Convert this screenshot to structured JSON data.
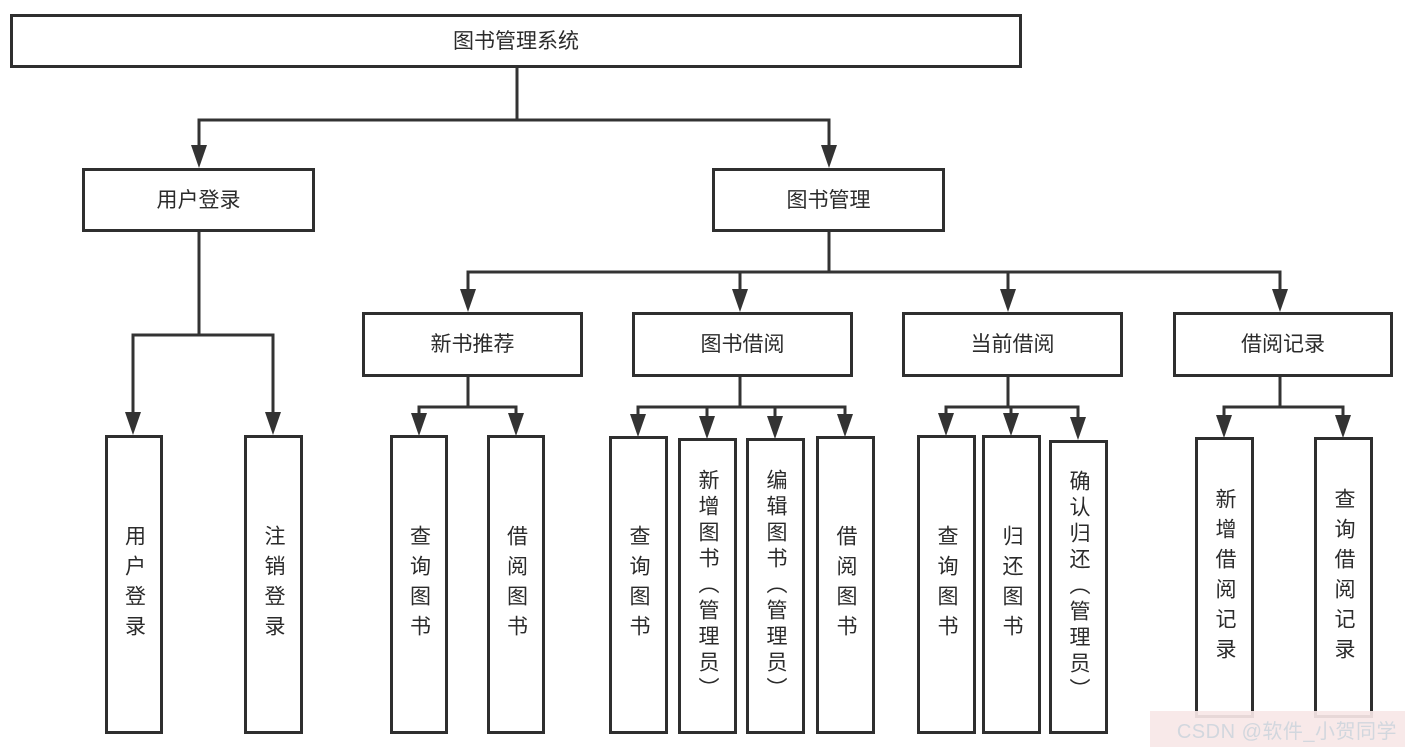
{
  "diagram": {
    "type": "tree",
    "title": "图书管理系统",
    "root": {
      "label": "图书管理系统",
      "children": [
        {
          "label": "用户登录",
          "children": [
            {
              "label": "用户登录"
            },
            {
              "label": "注销登录"
            }
          ]
        },
        {
          "label": "图书管理",
          "children": [
            {
              "label": "新书推荐",
              "children": [
                {
                  "label": "查询图书"
                },
                {
                  "label": "借阅图书"
                }
              ]
            },
            {
              "label": "图书借阅",
              "children": [
                {
                  "label": "查询图书"
                },
                {
                  "label": "新增图书（管理员）"
                },
                {
                  "label": "编辑图书（管理员）"
                },
                {
                  "label": "借阅图书"
                }
              ]
            },
            {
              "label": "当前借阅",
              "children": [
                {
                  "label": "查询图书"
                },
                {
                  "label": "归还图书"
                },
                {
                  "label": "确认归还（管理员）"
                }
              ]
            },
            {
              "label": "借阅记录",
              "children": [
                {
                  "label": "新增借阅记录"
                },
                {
                  "label": "查询借阅记录"
                }
              ]
            }
          ]
        }
      ]
    },
    "colors": {
      "line": "#333333",
      "box_border": "#2f2f2f",
      "text": "#2b2b2b",
      "background": "#ffffff",
      "watermark_background": "#f7e7e7",
      "watermark_text": "#d2d7de"
    }
  },
  "watermark": {
    "text": "CSDN @软件_小贺同学"
  }
}
